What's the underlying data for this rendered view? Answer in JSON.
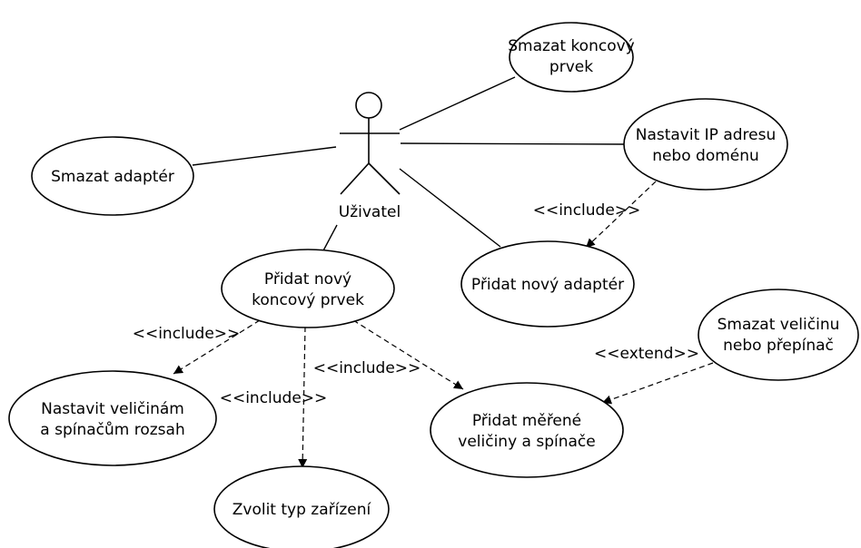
{
  "actor": {
    "name": "Uživatel"
  },
  "use_cases": {
    "smazat_koncovy_prvek": [
      "Smazat koncový",
      "prvek"
    ],
    "nastavit_ip": [
      "Nastavit IP adresu",
      "nebo doménu"
    ],
    "smazat_adapter": [
      "Smazat adaptér"
    ],
    "pridat_adapter": [
      "Přidat nový adaptér"
    ],
    "pridat_koncovy_prvek": [
      "Přidat nový",
      "koncový prvek"
    ],
    "smazat_velicinu": [
      "Smazat veličinu",
      "nebo přepínač"
    ],
    "nastavit_veliciny": [
      "Nastavit veličinám",
      "a spínačům rozsah"
    ],
    "pridat_merene": [
      "Přidat měřené",
      "veličiny a spínače"
    ],
    "zvolit_typ": [
      "Zvolit typ zařízení"
    ]
  },
  "dependency_labels": {
    "ip_include": "<<include>>",
    "koncovy_include_left": "<<include>>",
    "koncovy_include_mid": "<<include>>",
    "koncovy_include_right": "<<include>>",
    "velicina_extend": "<<extend>>"
  }
}
